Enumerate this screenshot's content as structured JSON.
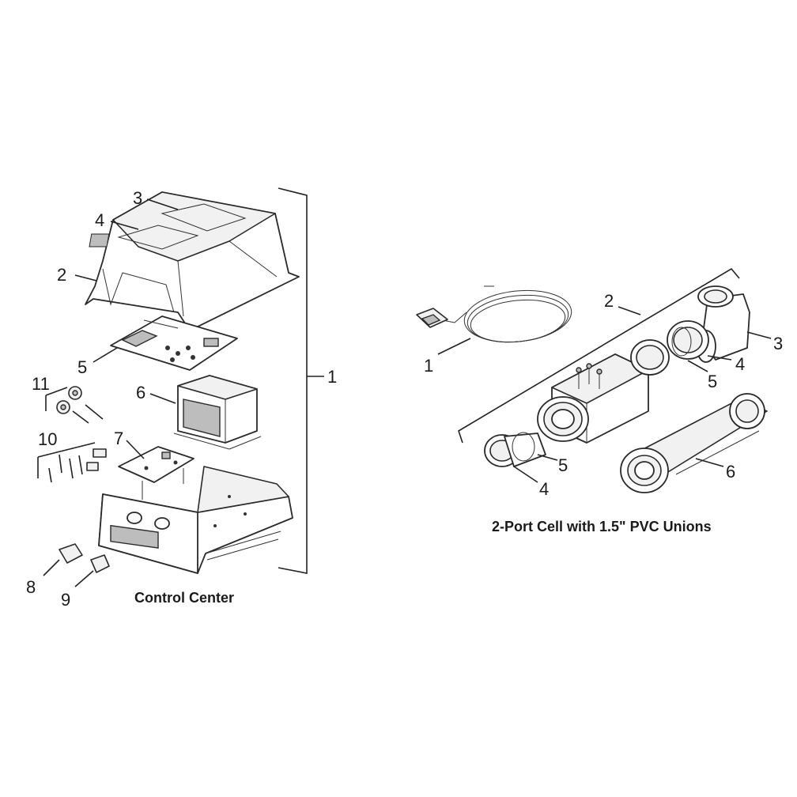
{
  "left_diagram": {
    "caption": "Control Center",
    "callouts": [
      "1",
      "2",
      "3",
      "4",
      "5",
      "6",
      "7",
      "8",
      "9",
      "10",
      "11"
    ]
  },
  "right_diagram": {
    "caption": "2-Port Cell with 1.5\" PVC Unions",
    "callouts": [
      "1",
      "2",
      "3",
      "4",
      "5",
      "4",
      "5",
      "6"
    ]
  },
  "colors": {
    "ink": "#1a1a1a",
    "background": "#ffffff"
  }
}
